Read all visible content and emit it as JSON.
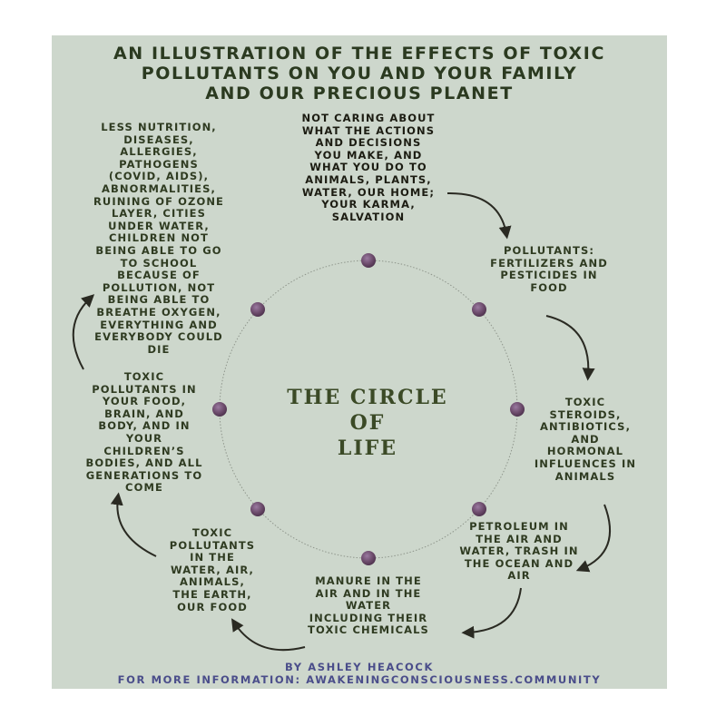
{
  "title_lines": [
    "AN ILLUSTRATION OF THE EFFECTS OF TOXIC",
    "POLLUTANTS ON YOU AND YOUR FAMILY",
    "AND OUR PRECIOUS PLANET"
  ],
  "center_title_lines": [
    "THE CIRCLE",
    "OF",
    "LIFE"
  ],
  "nodes": [
    {
      "lines": [
        "NOT CARING ABOUT",
        "WHAT THE ACTIONS",
        "AND DECISIONS",
        "YOU MAKE, AND",
        "WHAT YOU DO TO",
        "ANIMALS, PLANTS,",
        "WATER, OUR HOME;",
        "YOUR KARMA,",
        "SALVATION"
      ]
    },
    {
      "lines": [
        "POLLUTANTS:",
        "FERTILIZERS AND",
        "PESTICIDES IN",
        "FOOD"
      ]
    },
    {
      "lines": [
        "TOXIC",
        "STEROIDS,",
        "ANTIBIOTICS,",
        "AND",
        "HORMONAL",
        "INFLUENCES IN",
        "ANIMALS"
      ]
    },
    {
      "lines": [
        "PETROLEUM IN",
        "THE AIR AND",
        "WATER, TRASH IN",
        "THE OCEAN AND",
        "AIR"
      ]
    },
    {
      "lines": [
        "MANURE IN THE",
        "AIR AND IN THE",
        "WATER",
        "INCLUDING THEIR",
        "TOXIC CHEMICALS"
      ]
    },
    {
      "lines": [
        "TOXIC",
        "POLLUTANTS",
        "IN THE",
        "WATER, AIR,",
        "ANIMALS,",
        "THE EARTH,",
        "OUR FOOD"
      ]
    },
    {
      "lines": [
        "TOXIC",
        "POLLUTANTS IN",
        "YOUR FOOD,",
        "BRAIN, AND",
        "BODY, AND IN",
        "YOUR",
        "CHILDREN’S",
        "BODIES, AND ALL",
        "GENERATIONS TO",
        "COME"
      ]
    },
    {
      "lines": [
        "LESS NUTRITION,",
        "DISEASES,",
        "ALLERGIES,",
        "PATHOGENS",
        "(COVID, AIDS),",
        "ABNORMALITIES,",
        "RUINING OF OZONE",
        "LAYER, CITIES",
        "UNDER WATER,",
        "CHILDREN NOT",
        "BEING ABLE TO GO",
        "TO SCHOOL",
        "BECAUSE OF",
        "POLLUTION, NOT",
        "BEING ABLE TO",
        "BREATHE OXYGEN,",
        "EVERYTHING AND",
        "EVERYBODY COULD",
        "DIE"
      ]
    }
  ],
  "byline": "BY ASHLEY HEACOCK",
  "more_info": "FOR MORE INFORMATION: AWAKENINGCONSCIOUSNESS.COMMUNITY",
  "colors": {
    "background": "#cdd7cc",
    "title": "#2b3a20",
    "dot": "#6b4a6a",
    "footer": "#4a4d8a"
  }
}
